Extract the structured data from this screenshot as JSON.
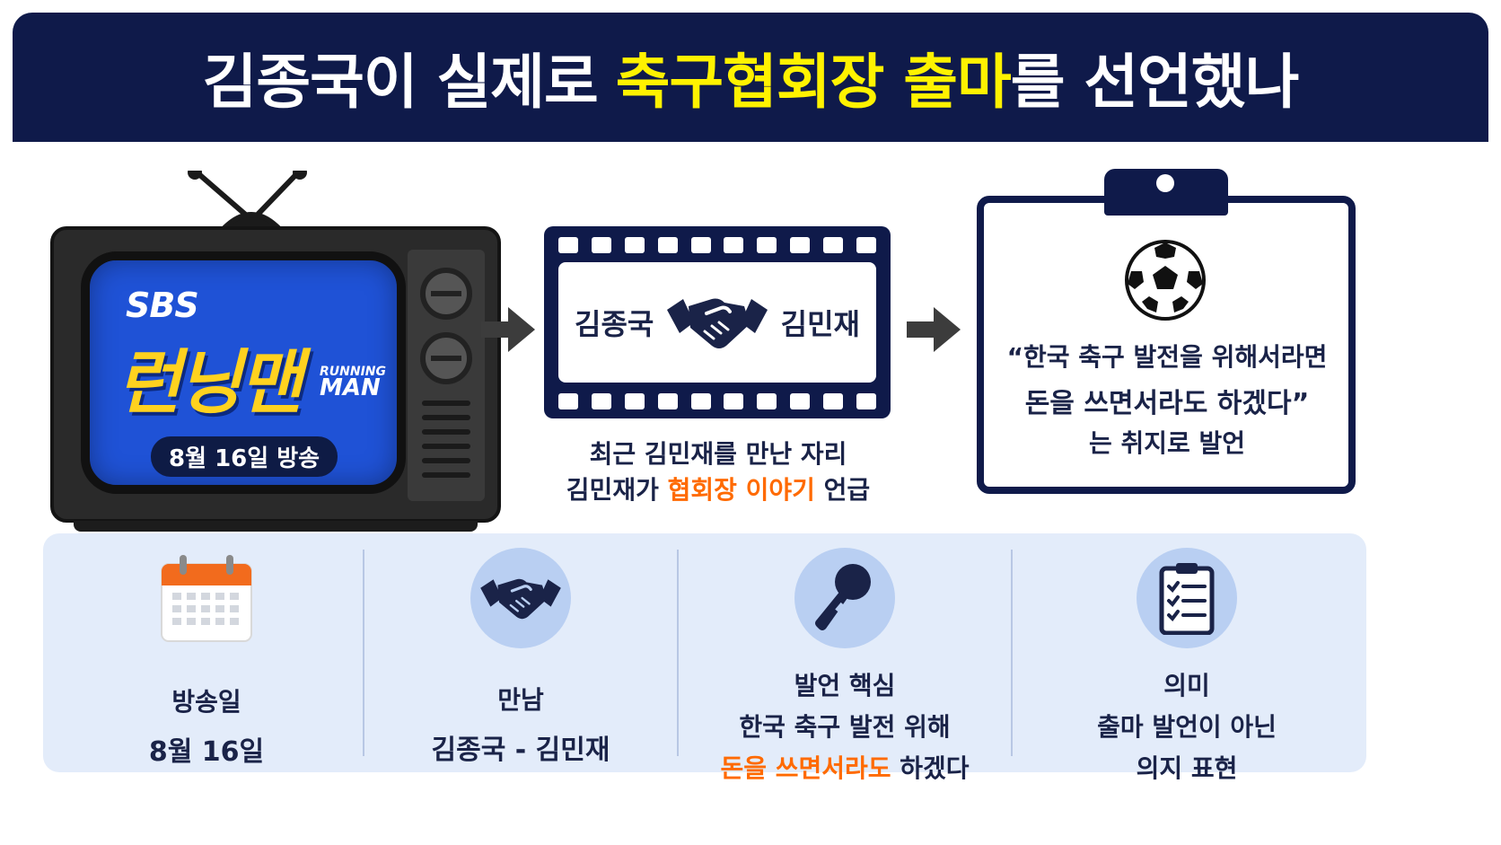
{
  "header": {
    "part1": "김종국이 실제로",
    "part2": "축구협회장 출마",
    "part3": "를 선언했나"
  },
  "tv": {
    "channel": "SBS",
    "show_ko": "런닝맨",
    "show_en_top": "RUNNING",
    "show_en_bottom": "MAN",
    "air_date": "8월 16일 방송"
  },
  "film": {
    "left_name": "김종국",
    "right_name": "김민재",
    "caption_line1": "최근 김민재를 만난 자리",
    "caption_line2_a": "김민재가 ",
    "caption_line2_b": "협회장 이야기",
    "caption_line2_c": " 언급"
  },
  "quote": {
    "line1": "“한국 축구 발전을 위해서라면",
    "line2": "돈을 쓰면서라도 하겠다”",
    "line3": "는 취지로 발언"
  },
  "summary": {
    "date_label": "방송일",
    "date_value": "8월 16일",
    "meet_label": "만남",
    "meet_value": "김종국 - 김민재",
    "core_label": "발언 핵심",
    "core_line1": "한국 축구 발전 위해",
    "core_line2_a": "돈을 쓰면서라도",
    "core_line2_b": " 하겠다",
    "meaning_label": "의미",
    "meaning_line1": "출마 발언이 아닌",
    "meaning_line2": "의지 표현"
  },
  "colors": {
    "navy": "#0f1a4a",
    "highlight_yellow": "#fff200",
    "accent_orange": "#ff6a00",
    "accent_red": "#e4141b",
    "panel_bg": "#e3ecfa"
  },
  "icons": [
    "tv-icon",
    "handshake-icon",
    "soccer-ball-icon",
    "calendar-icon",
    "microphone-icon",
    "checklist-icon",
    "arrow-right-icon"
  ]
}
